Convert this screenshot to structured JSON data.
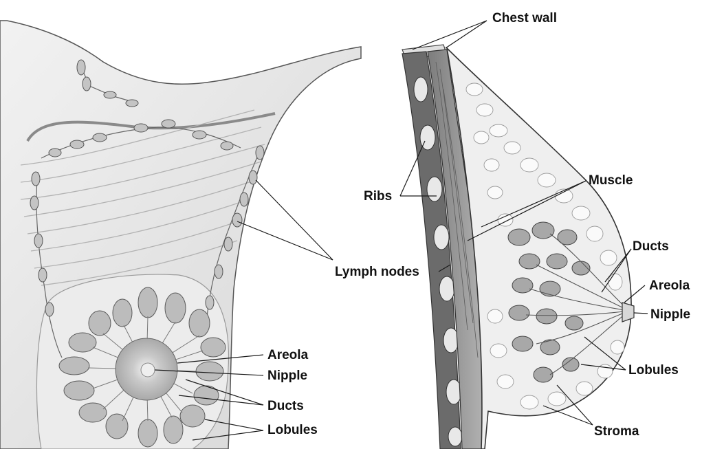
{
  "labels": {
    "chest_wall": "Chest wall",
    "ribs": "Ribs",
    "muscle": "Muscle",
    "lymph_nodes": "Lymph nodes",
    "ducts_right": "Ducts",
    "areola_right": "Areola",
    "nipple_right": "Nipple",
    "lobules_right": "Lobules",
    "stroma": "Stroma",
    "areola_left": "Areola",
    "nipple_left": "Nipple",
    "ducts_left": "Ducts",
    "lobules_left": "Lobules"
  },
  "colors": {
    "background": "#ffffff",
    "skin": "#e9e9e9",
    "tissue": "#d2d2d2",
    "lobule": "#b9b9b9",
    "muscle": "#9a9a9a",
    "outline": "#3a3a3a",
    "label": "#111111"
  }
}
